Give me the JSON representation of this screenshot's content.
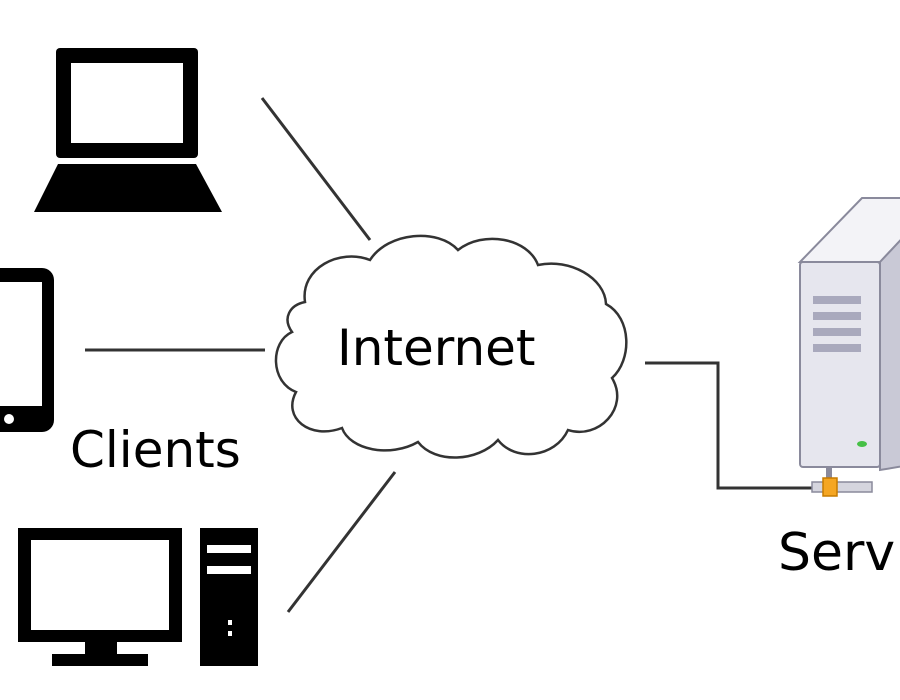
{
  "labels": {
    "internet": "Internet",
    "clients": "Clients",
    "server": "Serv"
  },
  "icons": {
    "laptop": "laptop-icon",
    "tablet": "tablet-icon",
    "desktop": "desktop-computer-icon",
    "cloud": "cloud-icon",
    "server": "server-tower-icon"
  },
  "colors": {
    "background": "#ffffff",
    "foreground": "#000000",
    "connector_line": "#333333",
    "cloud_fill": "#ffffff",
    "server_body": "#e6e6ee",
    "server_shadow": "#a9a9bd",
    "server_port": "#f5a623",
    "server_led": "#46c046"
  }
}
